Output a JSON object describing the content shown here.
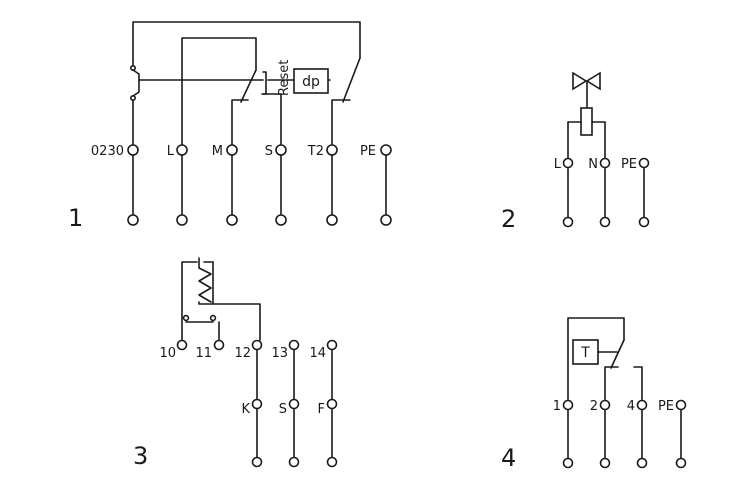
{
  "diagram1": {
    "number": "1",
    "terminals": [
      "0230",
      "L",
      "M",
      "S",
      "T2",
      "PE"
    ],
    "reset_label": "Reset",
    "dp_label": "dp"
  },
  "diagram2": {
    "number": "2",
    "terminals": [
      "L",
      "N",
      "PE"
    ]
  },
  "diagram3": {
    "number": "3",
    "top_terminals": [
      "10",
      "11",
      "12",
      "13",
      "14"
    ],
    "mid_terminals": [
      "K",
      "S",
      "F"
    ]
  },
  "diagram4": {
    "number": "4",
    "terminals": [
      "1",
      "2",
      "4",
      "PE"
    ],
    "t_label": "T"
  }
}
